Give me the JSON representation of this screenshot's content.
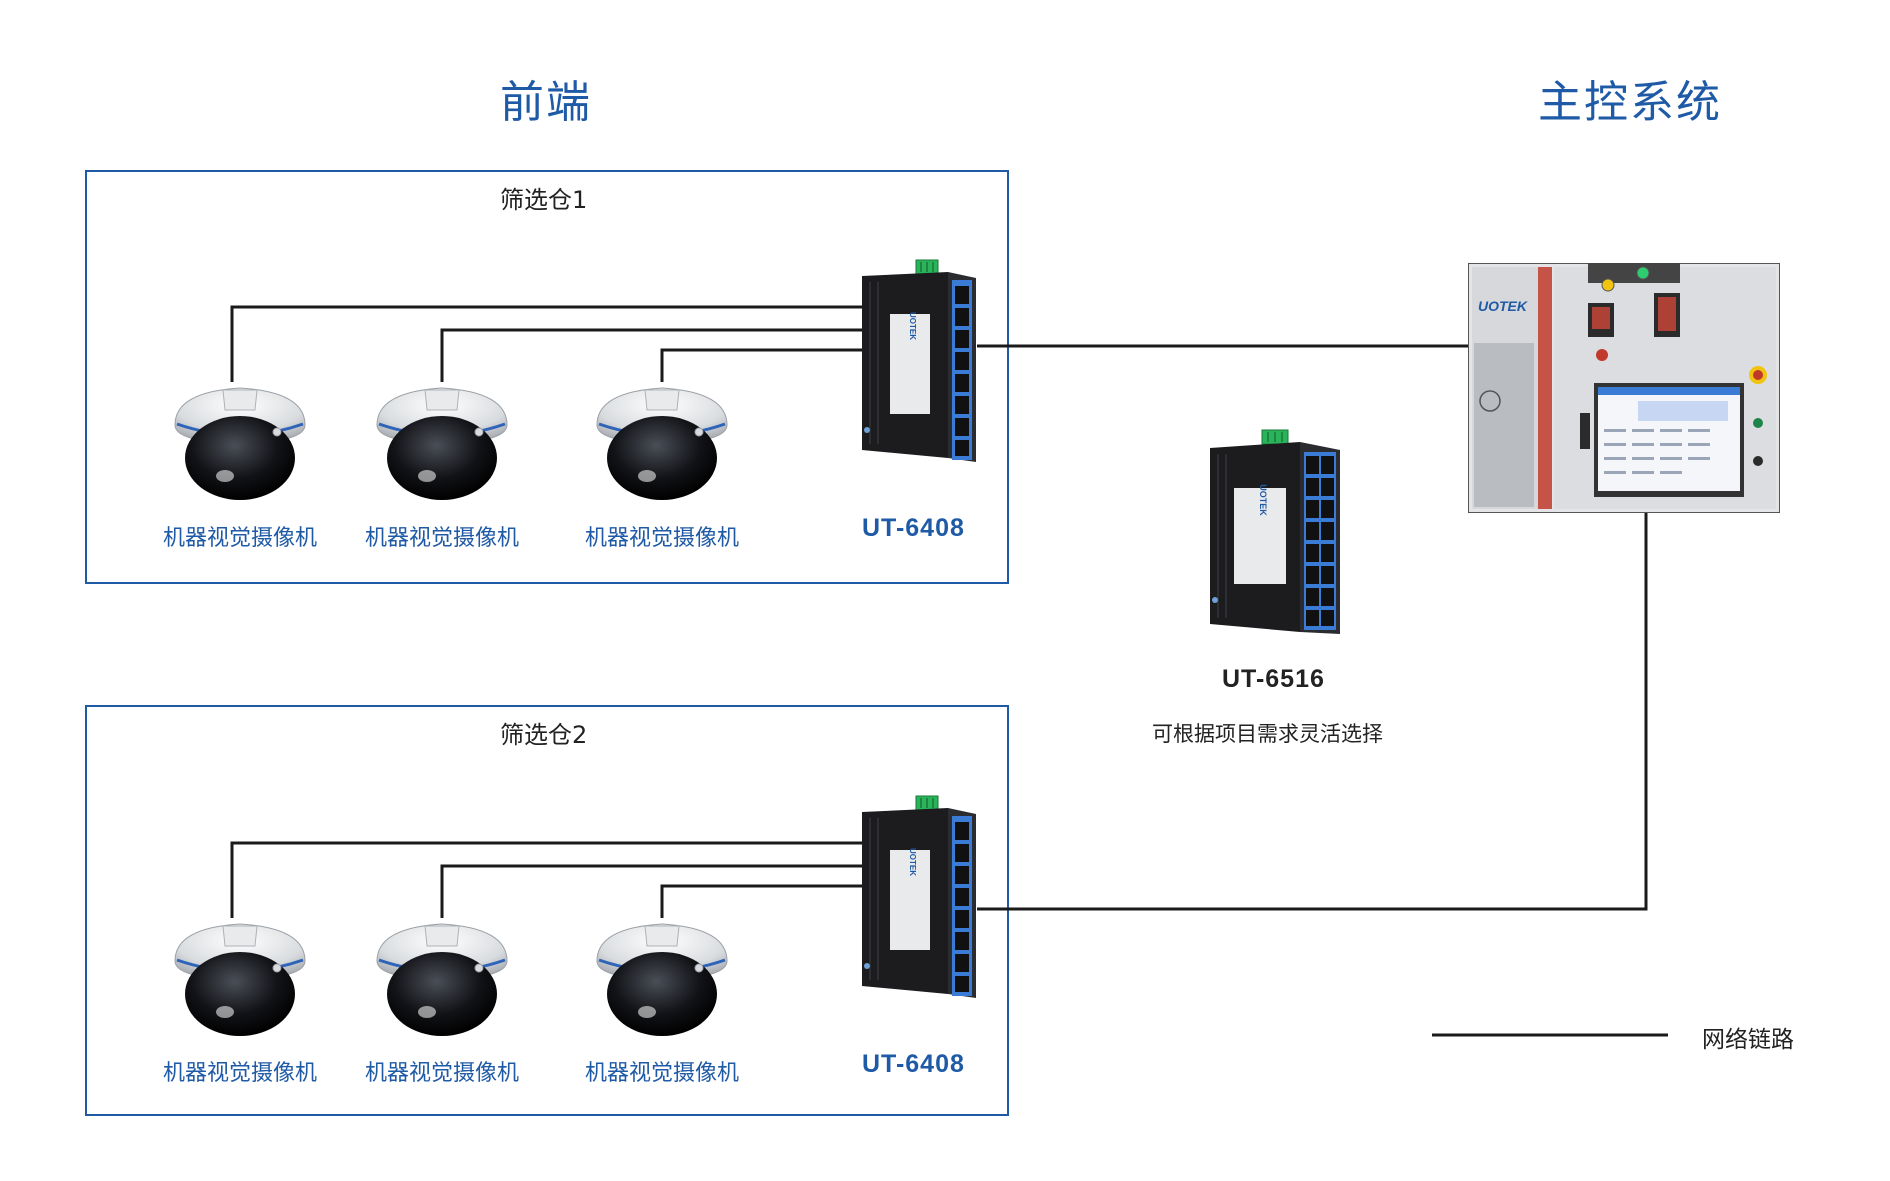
{
  "headings": {
    "front_end": "前端",
    "master_control": "主控系统"
  },
  "bins": [
    {
      "title": "筛选仓1",
      "cameras": [
        "机器视觉摄像机",
        "机器视觉摄像机",
        "机器视觉摄像机"
      ],
      "switch_model": "UT-6408"
    },
    {
      "title": "筛选仓2",
      "cameras": [
        "机器视觉摄像机",
        "机器视觉摄像机",
        "机器视觉摄像机"
      ],
      "switch_model": "UT-6408"
    }
  ],
  "optional_switch": {
    "model": "UT-6516",
    "note": "可根据项目需求灵活选择"
  },
  "panel": {
    "brand": "UOTEK"
  },
  "switch_brand": "UOTEK",
  "legend": {
    "label": "网络链路"
  },
  "colors": {
    "accent": "#1f5aa6",
    "link": "#1a1a1a",
    "switch_body": "#1c1c1e",
    "port_frame": "#3a7bd5"
  }
}
